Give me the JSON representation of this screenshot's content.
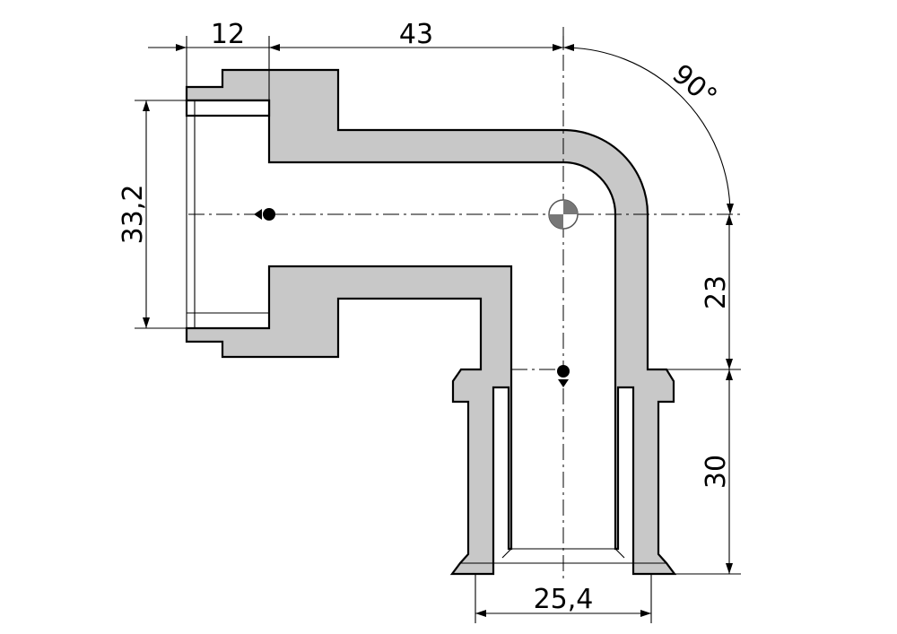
{
  "dimensions": {
    "socket_depth": "12",
    "run_length": "43",
    "thread_diameter": "33,2",
    "elbow_angle": "90°",
    "drop_height": "23",
    "spigot_length": "30",
    "spigot_diameter": "25,4"
  },
  "colors": {
    "part_fill": "#c8c8c8",
    "outline": "#000000"
  }
}
